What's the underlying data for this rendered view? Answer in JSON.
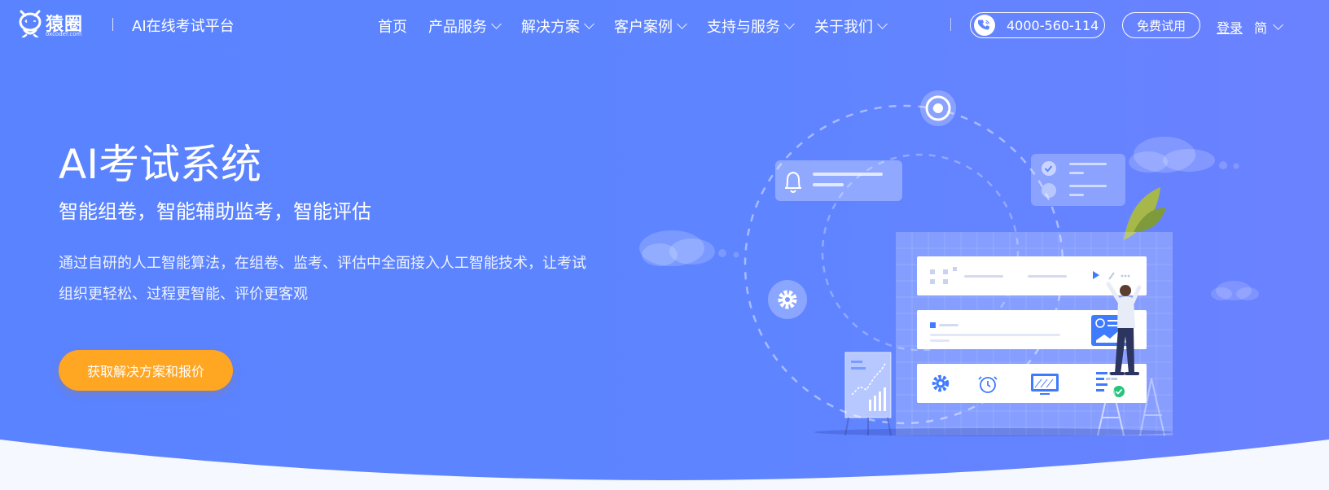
{
  "header": {
    "logo_text": "猿圈",
    "logo_sub": "oxcoder.com",
    "platform_name": "AI在线考试平台",
    "nav": [
      {
        "label": "首页",
        "has_dropdown": false
      },
      {
        "label": "产品服务",
        "has_dropdown": true
      },
      {
        "label": "解决方案",
        "has_dropdown": true
      },
      {
        "label": "客户案例",
        "has_dropdown": true
      },
      {
        "label": "支持与服务",
        "has_dropdown": true
      },
      {
        "label": "关于我们",
        "has_dropdown": true
      }
    ],
    "phone": "4000-560-114",
    "trial_label": "免费试用",
    "login_label": "登录",
    "lang_label": "简"
  },
  "hero": {
    "title": "AI考试系统",
    "subtitle": "智能组卷，智能辅助监考，智能评估",
    "description": "通过自研的人工智能算法，在组卷、监考、评估中全面接入人工智能技术，让考试组织更轻松、过程更智能、评价更客观",
    "cta_label": "获取解决方案和报价"
  },
  "icons": {
    "logo": "monkey-logo-icon",
    "phone": "phone-icon",
    "bell": "bell-icon",
    "gear": "gear-icon",
    "target": "target-icon",
    "alarm": "alarm-clock-icon",
    "monitor": "monitor-icon",
    "check": "check-icon"
  },
  "colors": {
    "bg": "#5e84ff",
    "cta": "#ffa623",
    "accent_blue": "#3f7bff",
    "check_green": "#22c57b"
  }
}
